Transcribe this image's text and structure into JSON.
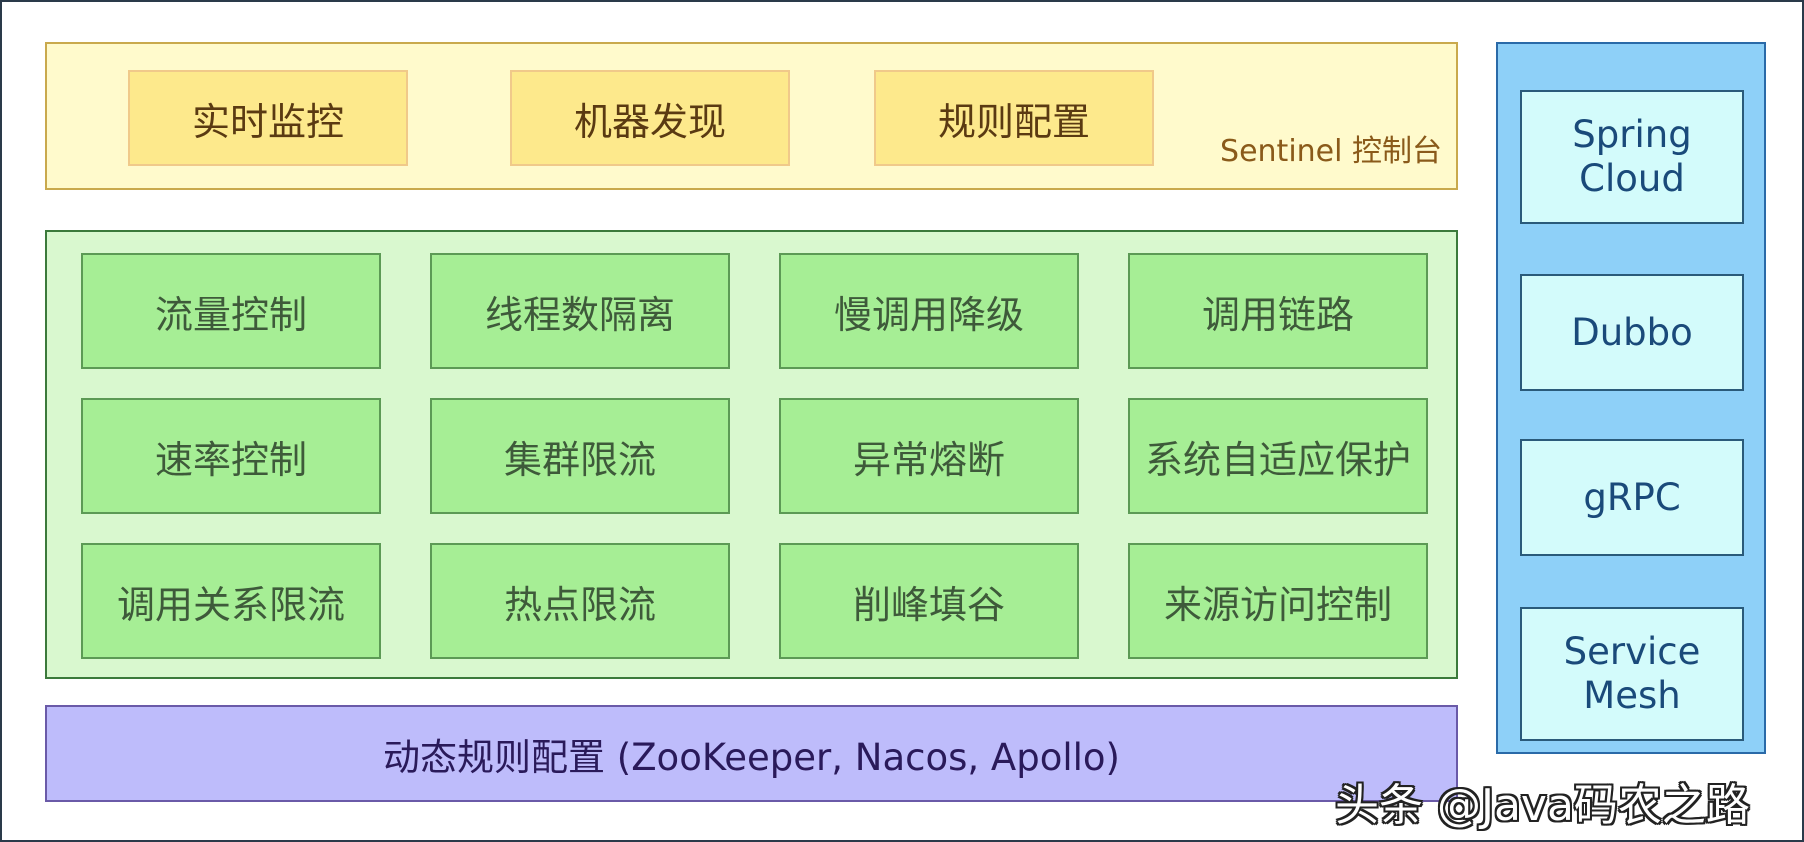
{
  "console": {
    "label": "Sentinel 控制台",
    "items": [
      "实时监控",
      "机器发现",
      "规则配置"
    ]
  },
  "core": {
    "rows": [
      [
        "流量控制",
        "线程数隔离",
        "慢调用降级",
        "调用链路"
      ],
      [
        "速率控制",
        "集群限流",
        "异常熔断",
        "系统自适应保护"
      ],
      [
        "调用关系限流",
        "热点限流",
        "削峰填谷",
        "来源访问控制"
      ]
    ]
  },
  "dynamic_rules": "动态规则配置 (ZooKeeper, Nacos, Apollo)",
  "adapters": [
    "Spring\nCloud",
    "Dubbo",
    "gRPC",
    "Service\nMesh"
  ],
  "watermark": "头条 @Java码农之路"
}
